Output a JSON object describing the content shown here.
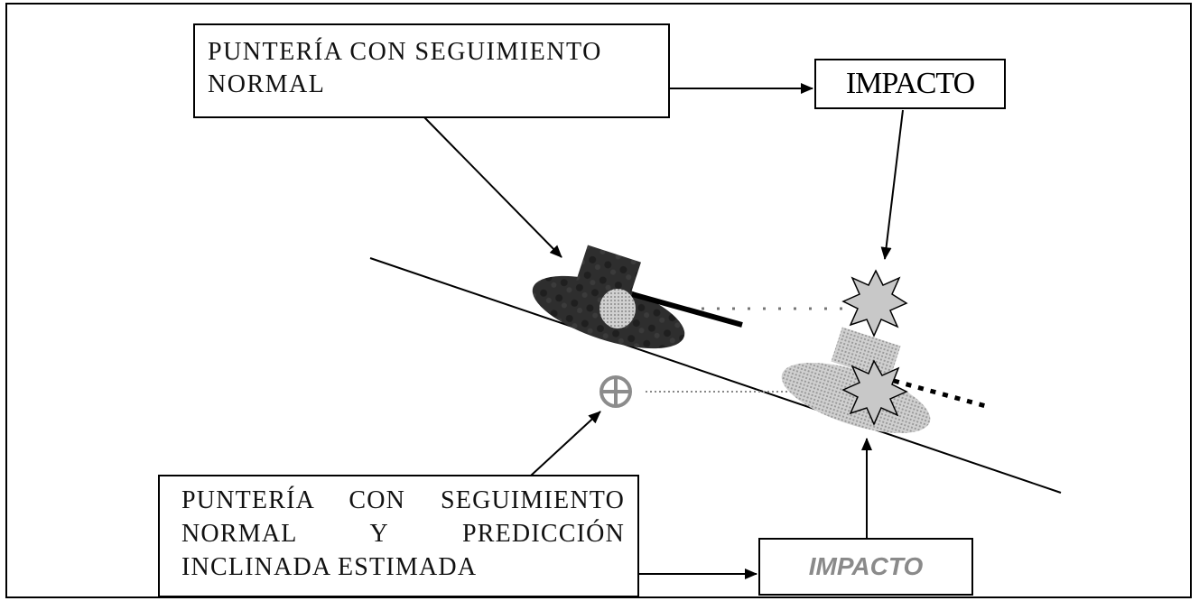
{
  "labels": {
    "top_box_line1": "PUNTERÍA CON SEGUIMIENTO",
    "top_box_line2": "NORMAL",
    "bottom_box_line1": "PUNTERÍA CON SEGUIMIENTO",
    "bottom_box_line2": "NORMAL Y PREDICCIÓN",
    "bottom_box_line3": "INCLINADA ESTIMADA",
    "impact_top": "IMPACTO",
    "impact_bottom": "IMPACTO"
  },
  "colors": {
    "tank": "#2b2b2b",
    "shadow_tank": "#bdbdbd",
    "burst": "#c8c8c8",
    "aim_marker": "#8c8c8c",
    "impact_bottom_text": "#8a8a8a"
  }
}
